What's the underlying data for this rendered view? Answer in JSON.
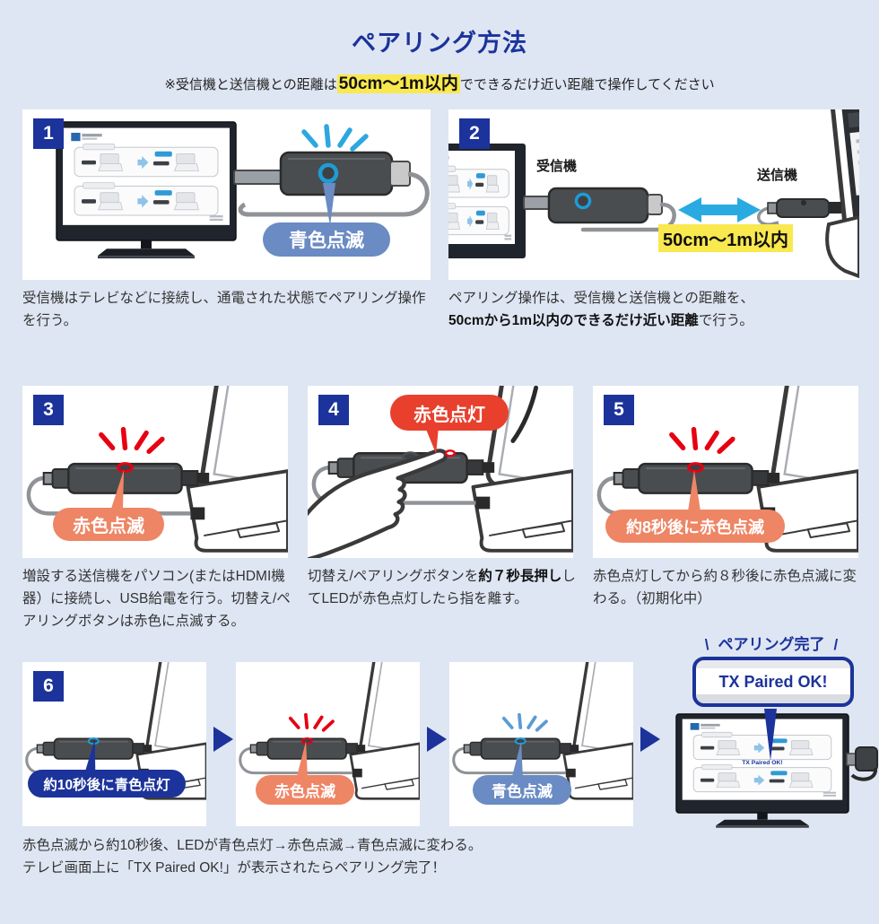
{
  "page": {
    "title": "ペアリング方法",
    "note_prefix": "※受信機と送信機との距離は",
    "note_highlight": "50cm〜1m以内",
    "note_suffix": "でできるだけ近い距離で操作してください"
  },
  "colors": {
    "background": "#dee6f3",
    "navy": "#1c339b",
    "label_blue": "#6a8bc3",
    "label_orange": "#ee8565",
    "label_red": "#e8402d",
    "led_blue": "#1e9cd7",
    "led_red": "#e60012",
    "ray_blue": "#2da7e0",
    "arrow_cyan": "#29abe2",
    "highlight_yellow": "#f9e84e"
  },
  "steps": [
    {
      "num": "1",
      "led_label": "青色点滅",
      "caption": "受信機はテレビなどに接続し、通電された状態でペアリング操作を行う。"
    },
    {
      "num": "2",
      "receiver_label": "受信機",
      "transmitter_label": "送信機",
      "distance_label": "50cm〜1m以内",
      "caption_line1": "ペアリング操作は、受信機と送信機との距離を、",
      "caption_bold": "50cmから1m以内のできるだけ近い距離",
      "caption_suffix": "で行う。"
    },
    {
      "num": "3",
      "led_label": "赤色点滅",
      "caption": "増設する送信機をパソコン(またはHDMI機器）に接続し、USB給電を行う。切替え/ペアリングボタンは赤色に点滅する。"
    },
    {
      "num": "4",
      "led_label": "赤色点灯",
      "caption_pre": "切替え/ペアリングボタンを",
      "caption_bold": "約７秒長押し",
      "caption_post": "してLEDが赤色点灯したら指を離す。"
    },
    {
      "num": "5",
      "led_label": "約8秒後に赤色点滅",
      "caption": "赤色点灯してから約８秒後に赤色点滅に変わる。（初期化中）"
    },
    {
      "num": "6",
      "labels": {
        "blue_on": "約10秒後に青色点灯",
        "red_blink": "赤色点滅",
        "blue_blink": "青色点滅",
        "complete": "ペアリング完了",
        "tx_paired": "TX Paired OK!"
      },
      "caption_line1": "赤色点滅から約10秒後、LEDが青色点灯→赤色点滅→青色点滅に変わる。",
      "caption_line2": "テレビ画面上に「TX Paired OK!」が表示されたらペアリング完了！"
    }
  ]
}
